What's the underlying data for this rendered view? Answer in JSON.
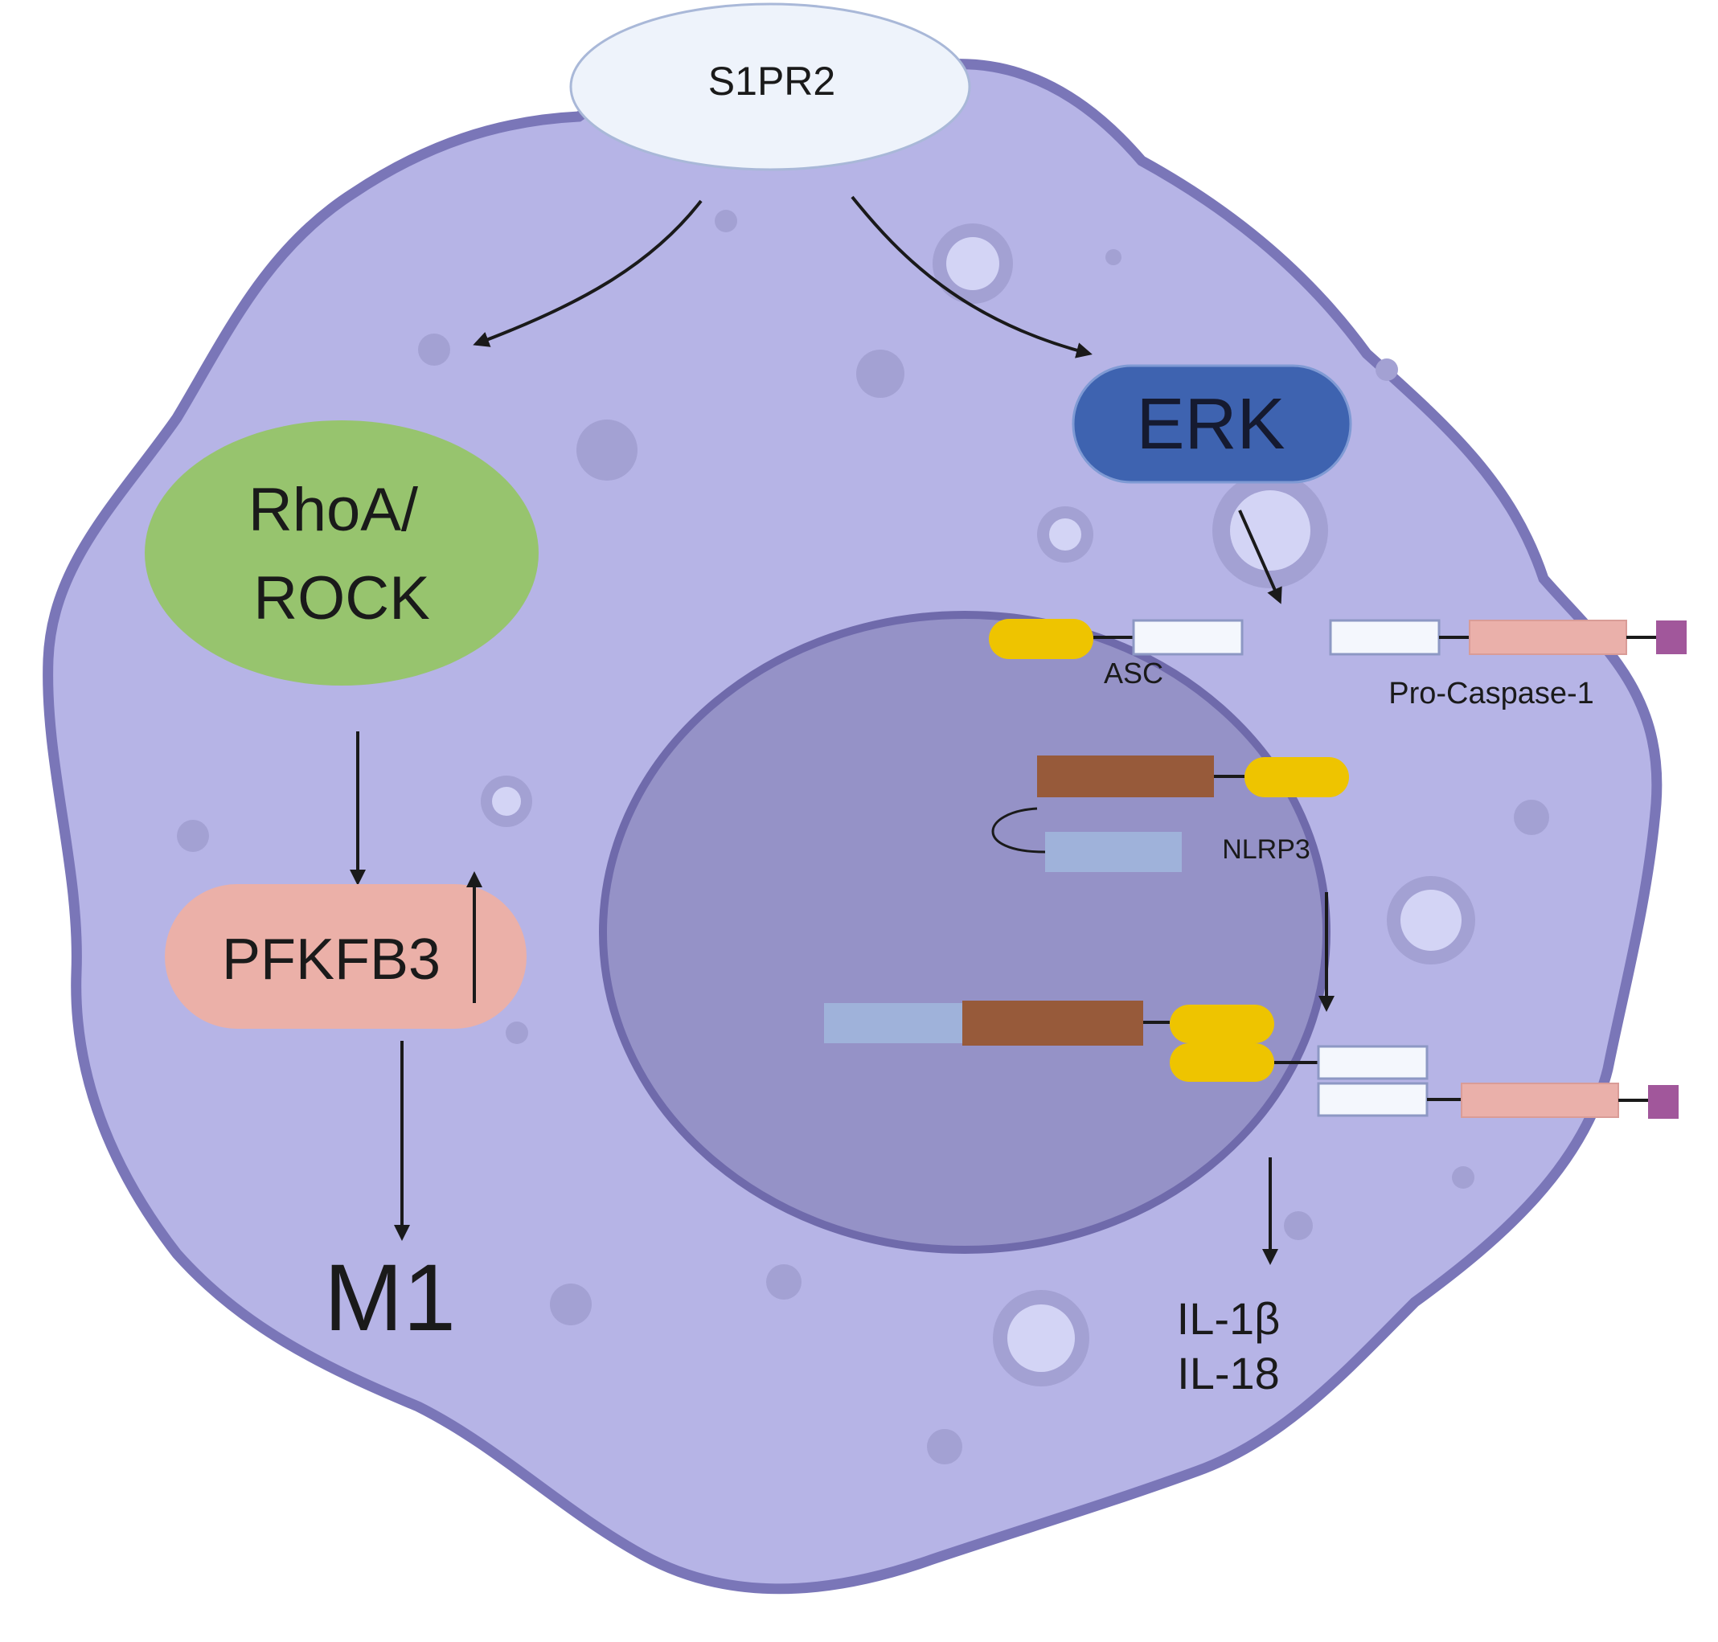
{
  "labels": {
    "receptor": "S1PR2",
    "rho": [
      "RhoA/",
      "ROCK"
    ],
    "erk": "ERK",
    "pfkfb3": "PFKFB3",
    "m1": "M1",
    "asc": "ASC",
    "procaspase": "Pro-Caspase-1",
    "nlrp3": "NLRP3",
    "il1b": "IL-1β",
    "il18": "IL-18"
  },
  "colors": {
    "cell_fill": "#b6b4e6",
    "cell_stroke": "#7a76b8",
    "nucleus_fill": "#9592c7",
    "nucleus_stroke": "#6f6aab",
    "receptor_fill": "#eef3fb",
    "rho_fill": "#97c46e",
    "erk_fill": "#3e63b0",
    "pfkfb3_fill": "#ebb0a8",
    "pyd_yellow": "#eec400",
    "card_white": "#f4f7fd",
    "caspase_pink": "#eab0aa",
    "cterm_purple": "#a1579b",
    "nacht_brown": "#975a3a",
    "lrr_blue": "#9fb2da",
    "arrow": "#1a1a1a"
  }
}
